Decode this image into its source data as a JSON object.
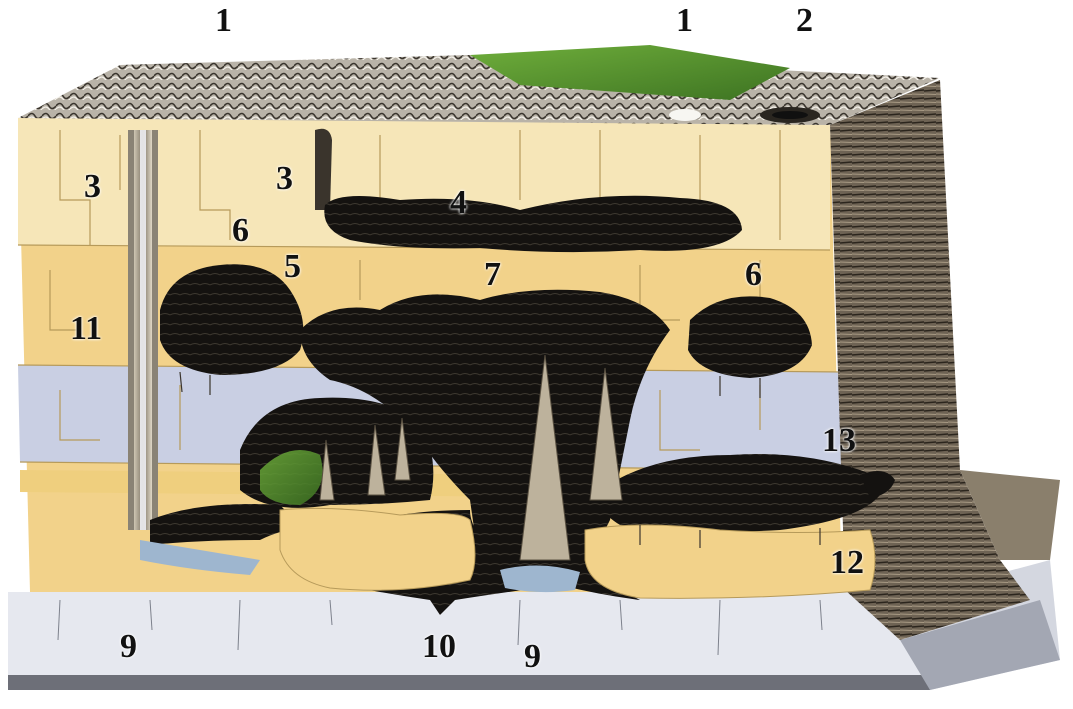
{
  "diagram": {
    "labels": [
      "1",
      "1",
      "2",
      "3",
      "3",
      "4",
      "5",
      "6",
      "6",
      "7",
      "11",
      "13",
      "12",
      "9",
      "9",
      "10"
    ],
    "colors": {
      "limestone_yellow": "#f2d28a",
      "limestone_light": "#f6e6b8",
      "limestone_blue": "#c9cfe3",
      "cave_dark": "#141210",
      "moss_green": "#4f8a2c",
      "rock_side": "#6e6354",
      "base_slab": "#e6e8ef",
      "water": "#9eb6cf"
    }
  }
}
